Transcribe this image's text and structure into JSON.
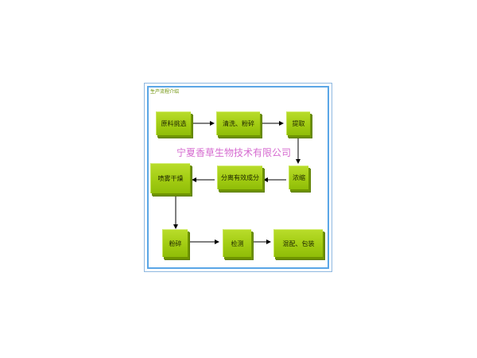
{
  "diagram": {
    "title": "生产流程介绍",
    "watermark": "宁夏香草生物技术有限公司",
    "steps": [
      {
        "id": "s1",
        "label": "原料挑选"
      },
      {
        "id": "s2",
        "label": "清洗、粉碎"
      },
      {
        "id": "s3",
        "label": "提取"
      },
      {
        "id": "s4",
        "label": "浓缩"
      },
      {
        "id": "s5",
        "label": "分离有效成分"
      },
      {
        "id": "s6",
        "label": "喷雾干燥"
      },
      {
        "id": "s7",
        "label": "粉碎"
      },
      {
        "id": "s8",
        "label": "检测"
      },
      {
        "id": "s9",
        "label": "混配、包装"
      }
    ],
    "flow": [
      [
        "s1",
        "s2"
      ],
      [
        "s2",
        "s3"
      ],
      [
        "s3",
        "s4"
      ],
      [
        "s4",
        "s5"
      ],
      [
        "s5",
        "s6"
      ],
      [
        "s6",
        "s7"
      ],
      [
        "s7",
        "s8"
      ],
      [
        "s8",
        "s9"
      ]
    ],
    "colors": {
      "box_fill": "#a2cc12",
      "box_shadow": "#6f9400",
      "frame_border": "#5aa6e6",
      "watermark": "#d66bd0",
      "arrow": "#000000"
    }
  }
}
